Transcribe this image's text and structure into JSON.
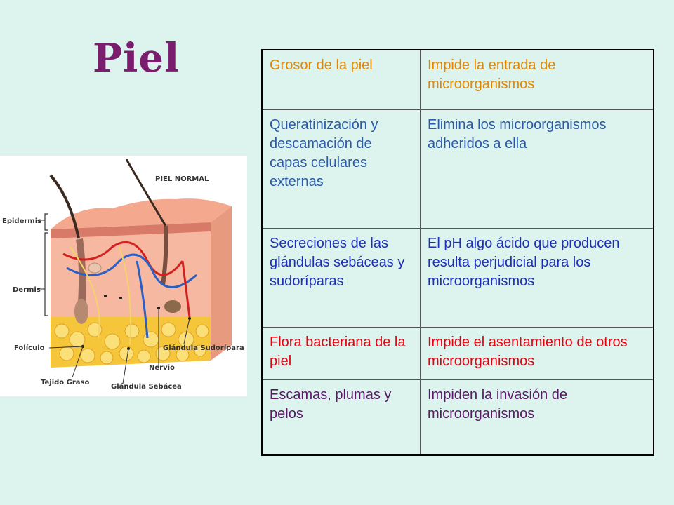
{
  "title": "Piel",
  "diagram": {
    "heading": "PIEL NORMAL",
    "labels": {
      "epidermis": "Epidermis",
      "dermis": "Dermis",
      "foliculo": "Folículo",
      "tejido_graso": "Tejido Graso",
      "glandula_sebacea": "Glándula Sebácea",
      "nervio": "Nervio",
      "glandula_sudoripara": "Glándula Sudorípara"
    }
  },
  "table": {
    "rows": [
      {
        "left": "Grosor de la piel",
        "right": "Impide la entrada de microorganismos",
        "color": "#e38600"
      },
      {
        "left": "Queratinización y descamación de capas celulares externas",
        "right": "Elimina los microorganismos adheridos a ella",
        "color": "#2a5aa8"
      },
      {
        "left": "Secreciones de las glándulas sebáceas y sudoríparas",
        "right": "El pH algo ácido que producen resulta perjudicial para los microorganismos",
        "color": "#1d2fb8"
      },
      {
        "left": "Flora bacteriana de la piel",
        "right": "Impide el asentamiento de otros microorganismos",
        "color": "#e8000e"
      },
      {
        "left": "Escamas, plumas y pelos",
        "right": "Impiden la invasión de microorganismos",
        "color": "#5a1866"
      }
    ]
  }
}
